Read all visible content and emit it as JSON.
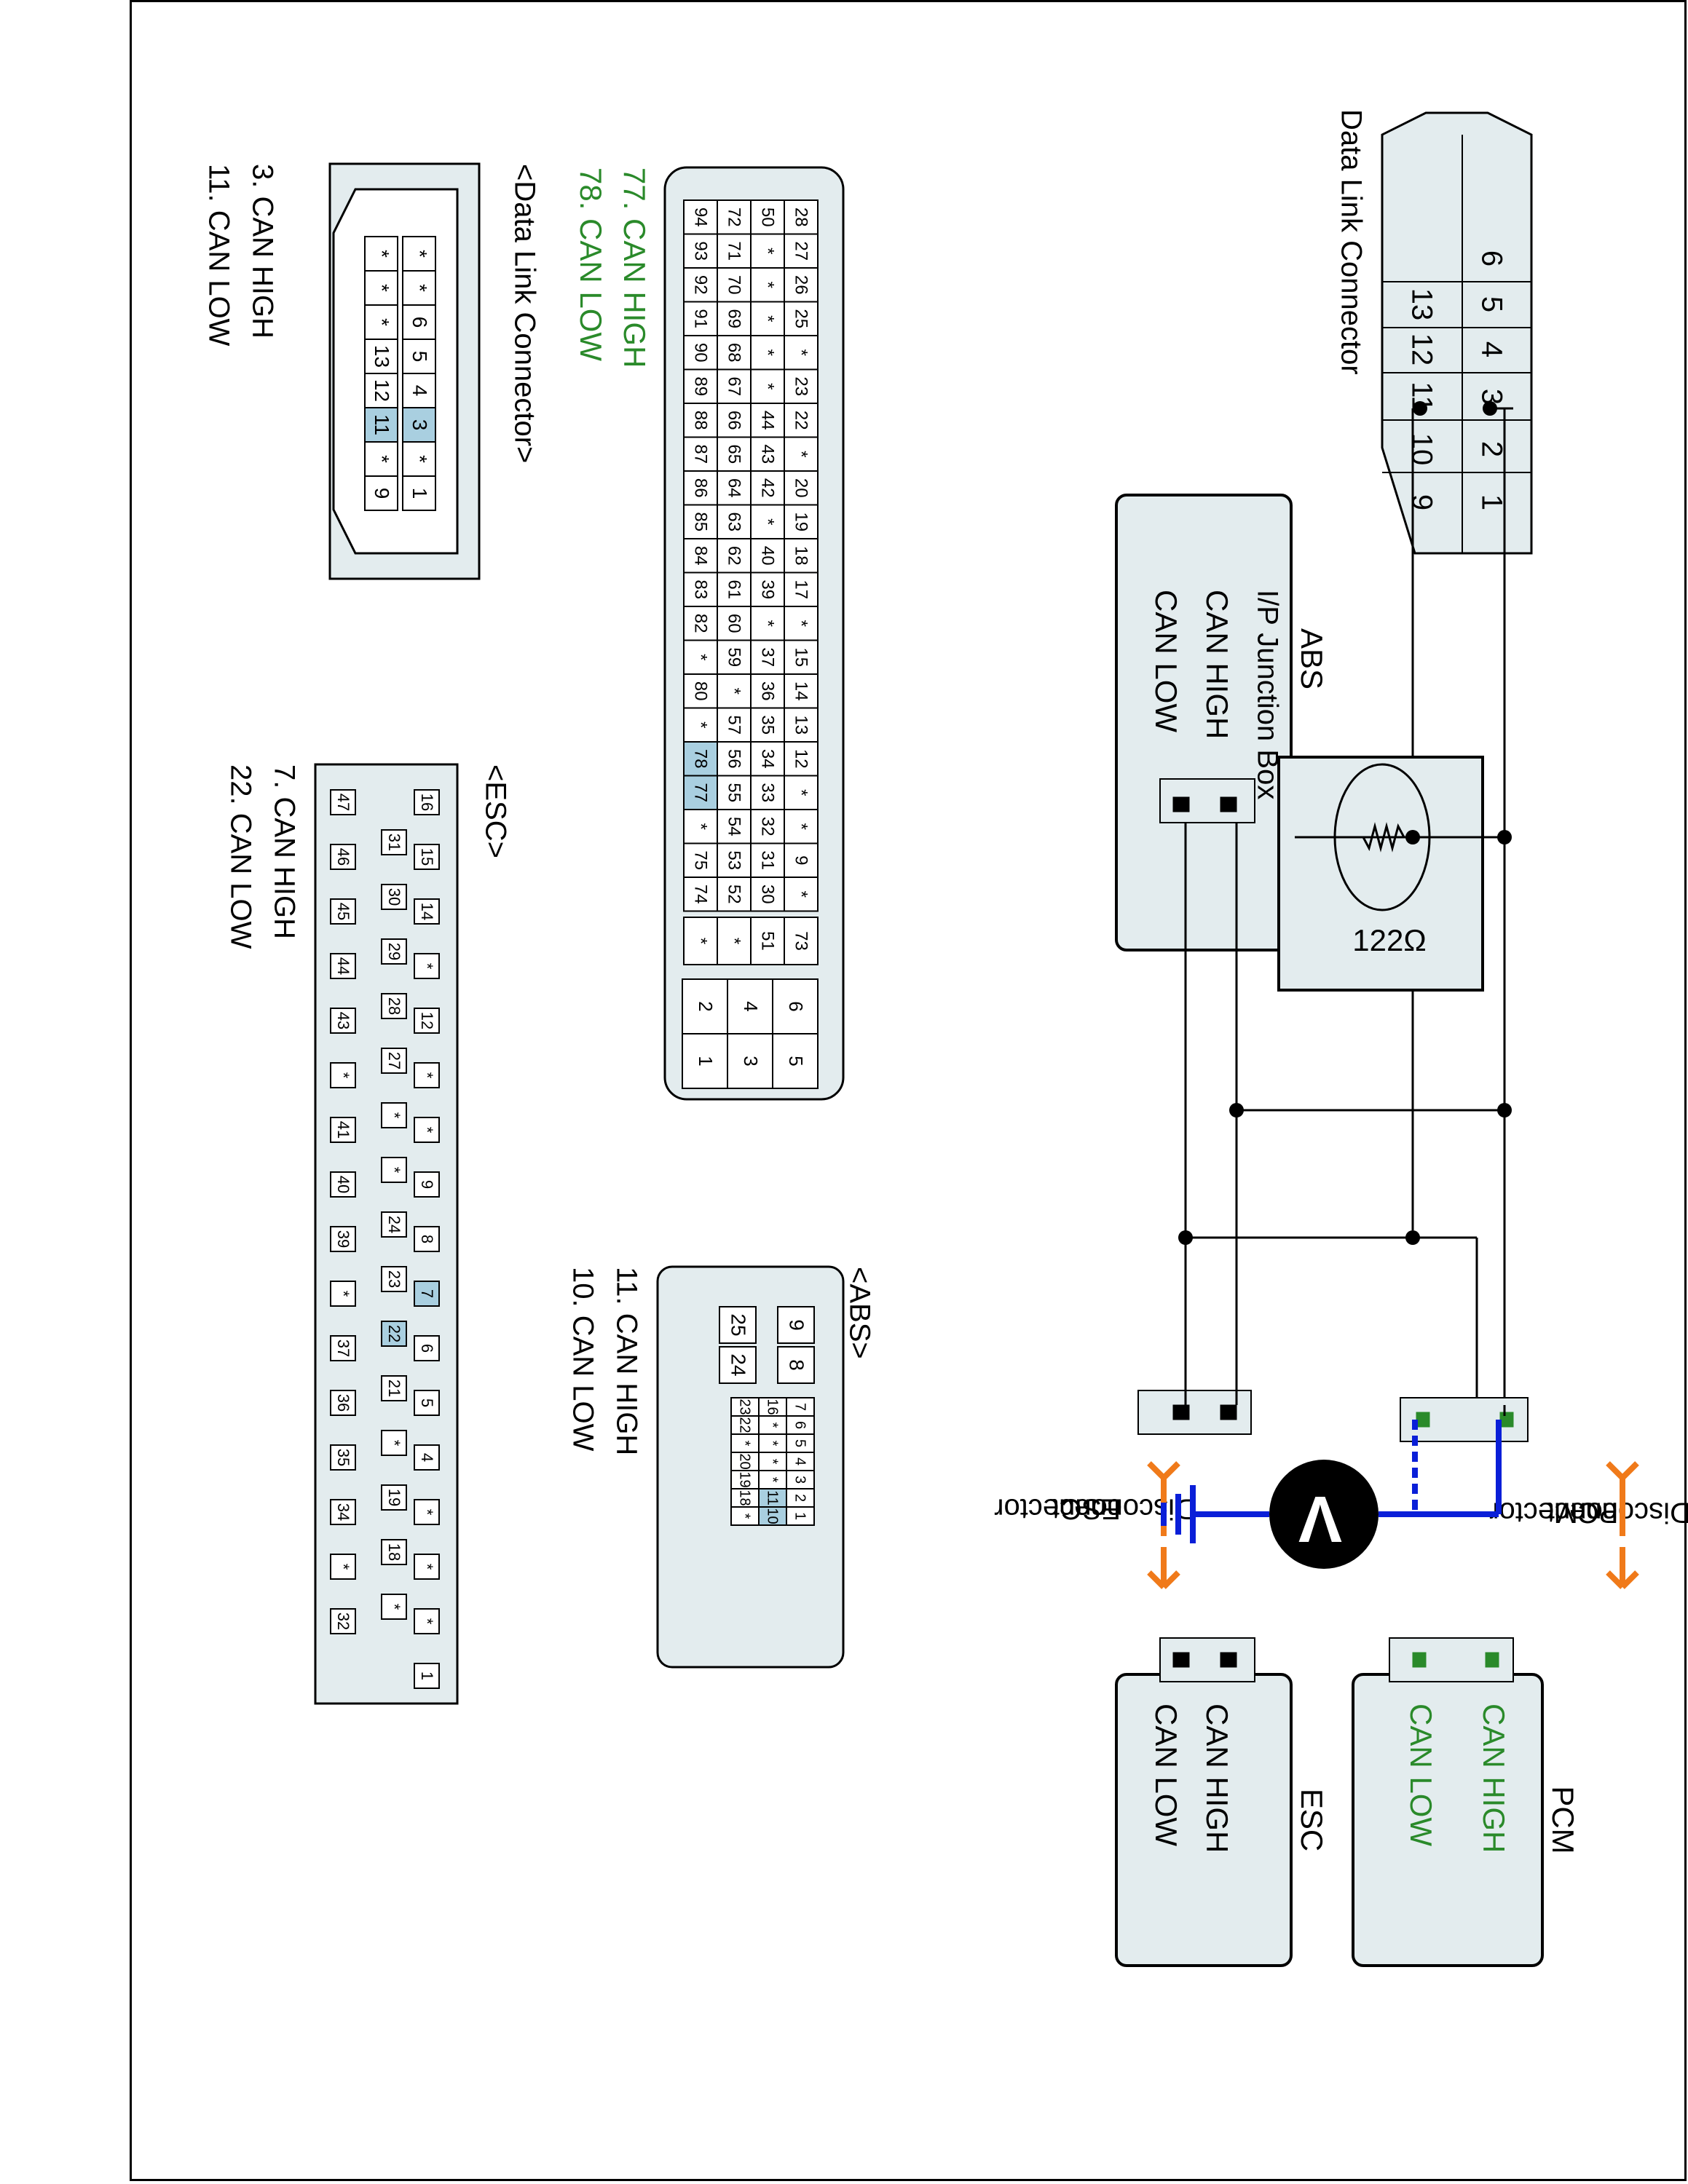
{
  "colors": {
    "box_fill": "#e3ecee",
    "highlight": "#a9cfe0",
    "can_green": "#2a8a2a",
    "meter_blue": "#0a1fd8",
    "arrow_orange": "#f07a1a",
    "line": "#000000"
  },
  "dlc_wiring": {
    "title": "Data Link Connector",
    "row1": [
      "6",
      "5",
      "4",
      "3",
      "2",
      "1"
    ],
    "row2": [
      "13",
      "12",
      "11",
      "10",
      "9"
    ]
  },
  "junction": {
    "title": "I/P Junction Box",
    "resistor": "122Ω"
  },
  "abs_module": {
    "title": "ABS",
    "line1": "CAN HIGH",
    "line2": "CAN LOW"
  },
  "esc_module": {
    "title": "ESC",
    "line1": "CAN HIGH",
    "line2": "CAN LOW"
  },
  "pcm_module": {
    "title": "PCM",
    "line1": "CAN HIGH",
    "line2": "CAN LOW"
  },
  "pcm_disconnect": {
    "line1": "Disconnect",
    "line2": "PCM",
    "line3": "connector"
  },
  "esc_disconnect": {
    "line1": "Disconnect",
    "line2": "ESC",
    "line3": "connector"
  },
  "meter": {
    "symbol": "V",
    "icon": "voltmeter-icon",
    "ground_icon": "ground-icon"
  },
  "dlc_pinout": {
    "title": "<Data Link Connector>",
    "pins": [
      [
        "*",
        "*",
        "6",
        "5",
        "4",
        "3",
        "*",
        "1"
      ],
      [
        "*",
        "*",
        "*",
        "13",
        "12",
        "11",
        "*",
        "9"
      ]
    ],
    "highlighted": [
      "3",
      "11"
    ],
    "legend": [
      "3. CAN HIGH",
      "11. CAN LOW"
    ]
  },
  "pcm_pinout": {
    "title": "<PCM>",
    "top_block": [
      [
        "94",
        "93",
        "92",
        "91",
        "90",
        "89",
        "88",
        "87",
        "86",
        "85",
        "84",
        "83",
        "82",
        "*",
        "80",
        "*",
        "78",
        "77",
        "*",
        "75",
        "74"
      ],
      [
        "72",
        "71",
        "70",
        "69",
        "68",
        "67",
        "66",
        "65",
        "64",
        "63",
        "62",
        "61",
        "60",
        "59",
        "*",
        "57",
        "56",
        "55",
        "54",
        "53",
        "52"
      ],
      [
        "50",
        "*",
        "*",
        "*",
        "*",
        "*",
        "44",
        "43",
        "42",
        "*",
        "40",
        "39",
        "*",
        "37",
        "36",
        "35",
        "34",
        "33",
        "32",
        "31",
        "30"
      ],
      [
        "28",
        "27",
        "26",
        "25",
        "*",
        "23",
        "22",
        "*",
        "20",
        "19",
        "18",
        "17",
        "*",
        "15",
        "14",
        "13",
        "12",
        "*",
        "*",
        "9",
        "*"
      ]
    ],
    "side_block": [
      "73",
      "51",
      "*",
      "*"
    ],
    "bottom_block": [
      [
        "6",
        "5"
      ],
      [
        "4",
        "3"
      ],
      [
        "2",
        "1"
      ]
    ],
    "highlighted": [
      "77",
      "78"
    ],
    "legend": [
      "77. CAN HIGH",
      "78. CAN LOW"
    ]
  },
  "esc_pinout": {
    "title": "<ESC>",
    "row_top": [
      "16",
      "15",
      "14",
      "*",
      "12",
      "*",
      "*",
      "9",
      "8",
      "7",
      "6",
      "5",
      "4",
      "*",
      "*",
      "*",
      "1"
    ],
    "row_mid": [
      "31",
      "30",
      "29",
      "28",
      "27",
      "*",
      "*",
      "24",
      "23",
      "22",
      "21",
      "*",
      "19",
      "18",
      "*"
    ],
    "row_bot": [
      "47",
      "46",
      "45",
      "44",
      "43",
      "*",
      "41",
      "40",
      "39",
      "*",
      "37",
      "36",
      "35",
      "34",
      "*",
      "32"
    ],
    "highlighted": [
      "7",
      "22"
    ],
    "legend": [
      "7. CAN HIGH",
      "22. CAN LOW"
    ]
  },
  "abs_pinout": {
    "title": "<ABS>",
    "big_pins": [
      [
        "9",
        "8"
      ],
      [
        "25",
        "24"
      ]
    ],
    "row1": [
      "7",
      "6",
      "5",
      "4",
      "3",
      "2",
      "1"
    ],
    "row2": [
      "16",
      "*",
      "*",
      "*",
      "*",
      "11",
      "10"
    ],
    "row3": [
      "23",
      "22",
      "*",
      "20",
      "19",
      "18",
      "*"
    ],
    "highlighted": [
      "11",
      "10"
    ],
    "legend": [
      "11. CAN HIGH",
      "10. CAN LOW"
    ]
  }
}
